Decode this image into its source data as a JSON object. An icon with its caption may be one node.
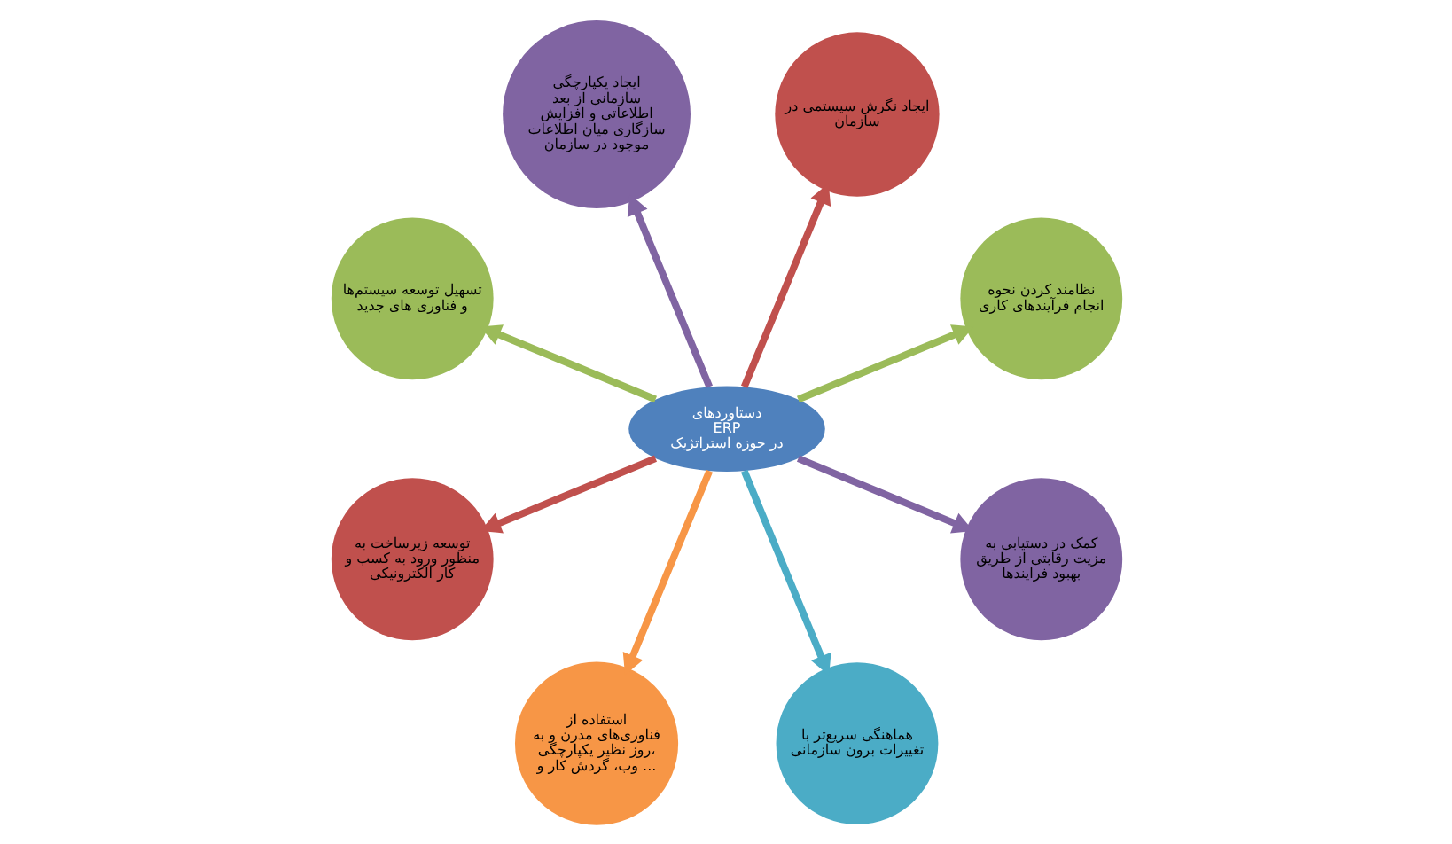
{
  "diagram": {
    "nodes": [
      {
        "text": [
          "دستاوردهای ERP در حوزه استراتژیک"
        ]
      },
      {
        "text": [
          "ایجاد نگرش سیستمی در سازمان"
        ]
      },
      {
        "text": [
          "نظامند کردن نحوه انجام فرآیندهای کاری"
        ]
      },
      {
        "text": [
          "کمک در دستیابی به مزیت رقابتی از طریق بهبود فرایندها"
        ]
      },
      {
        "text": [
          "هماهنگی سریع‌تر با تغییرات برون سازمانی"
        ]
      },
      {
        "text": [
          "استفاده از فناوری‌های مدرن و به روز نظیر یکپارچگی، وب، گردش کار و ..."
        ]
      },
      {
        "text": [
          "توسعه زیرساخت به منظور ورود به کسب و کار الکترونیکی"
        ]
      },
      {
        "text": [
          "تسهیل توسعه سیستم‌ها و فناوری های جدید"
        ]
      },
      {
        "text": [
          "ایجاد یکپارچگی سازمانی از بعد اطلاعاتی و افزایش سازگاری میان اطلاعات موجود در سازمان"
        ]
      }
    ],
    "edges": [
      {
        "from": 0,
        "to": 1,
        "arrow": "to",
        "color": "#c0504d"
      },
      {
        "from": 0,
        "to": 2,
        "arrow": "to",
        "color": "#9bbb59"
      },
      {
        "from": 0,
        "to": 3,
        "arrow": "to",
        "color": "#8064a2"
      },
      {
        "from": 0,
        "to": 4,
        "arrow": "to",
        "color": "#4bacc6"
      },
      {
        "from": 0,
        "to": 5,
        "arrow": "to",
        "color": "#f79646"
      },
      {
        "from": 0,
        "to": 6,
        "arrow": "to",
        "color": "#c0504d"
      },
      {
        "from": 0,
        "to": 7,
        "arrow": "to",
        "color": "#9bbb59"
      },
      {
        "from": 0,
        "to": 8,
        "arrow": "to",
        "color": "#8064a2"
      }
    ]
  }
}
